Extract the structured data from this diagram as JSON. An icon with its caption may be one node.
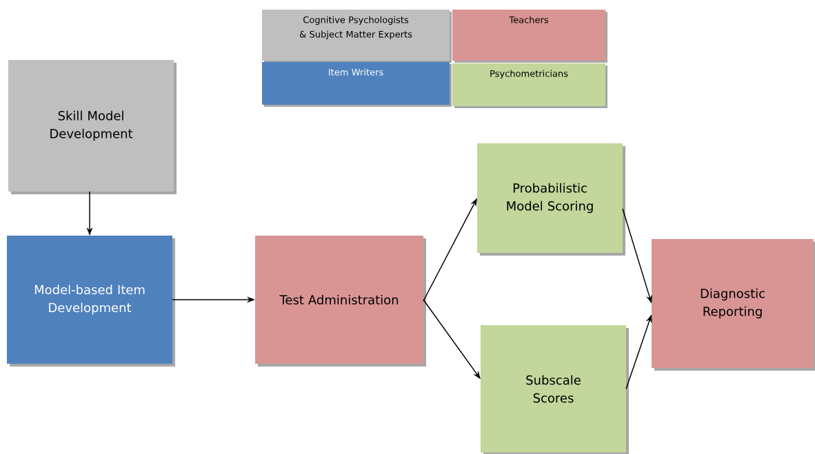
{
  "diagram": {
    "nodes": [
      {
        "text": [
          "Skill Model Development"
        ]
      },
      {
        "text": [
          "Model-based Item Development"
        ]
      },
      {
        "text": [
          "Test Administration"
        ]
      },
      {
        "text": [
          "Probabilistic Model Scoring"
        ]
      },
      {
        "text": [
          "Subscale Scores"
        ]
      },
      {
        "text": [
          "Diagnostic Reporting"
        ]
      }
    ],
    "edges": [
      {
        "from": 0,
        "to": 1,
        "arrow": "to"
      },
      {
        "from": 1,
        "to": 2,
        "arrow": "to"
      },
      {
        "from": 2,
        "to": 3,
        "arrow": "to"
      },
      {
        "from": 2,
        "to": 4,
        "arrow": "to"
      },
      {
        "from": 3,
        "to": 5,
        "arrow": "to"
      },
      {
        "from": 4,
        "to": 5,
        "arrow": "to"
      }
    ],
    "legend": [
      {
        "text": "Cognitive Psychologists & Subject Matter Experts",
        "color": "#bfbfbf"
      },
      {
        "text": "Teachers",
        "color": "#d99594"
      },
      {
        "text": "Item Writers",
        "color": "#4f81bd"
      },
      {
        "text": "Psychometricians",
        "color": "#c3d69b"
      }
    ]
  }
}
